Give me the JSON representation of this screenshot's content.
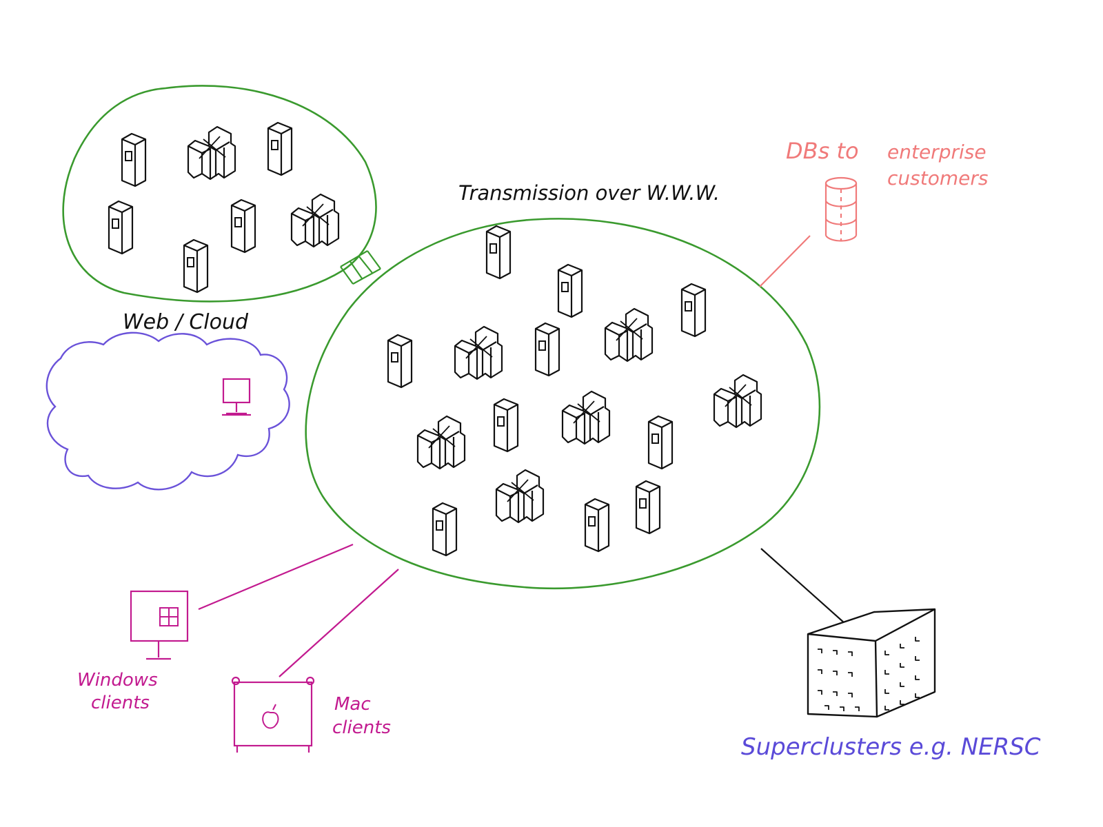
{
  "labels": {
    "web_cloud": "Web / Cloud",
    "transmission": "Transmission over W.W.W.",
    "dbs_line1": "DBs to",
    "dbs_line2": "enterprise",
    "dbs_line3": "customers",
    "windows_line1": "Windows",
    "windows_line2": "clients",
    "mac_line1": "Mac",
    "mac_line2": "clients",
    "superclusters": "Superclusters e.g. NERSC"
  },
  "colors": {
    "network_green": "#3a9a2e",
    "cloud_purple": "#6a52d9",
    "client_magenta": "#c21a8f",
    "db_salmon": "#f07a7a",
    "super_blue": "#5a4ad8",
    "ink": "#111111"
  },
  "icons": {
    "server": "server-tower-icon",
    "building": "server-building-icon",
    "database": "database-icon",
    "monitor": "monitor-icon",
    "windows": "windows-logo-icon",
    "apple": "apple-logo-icon",
    "supercluster": "supercluster-cabinet-icon"
  }
}
